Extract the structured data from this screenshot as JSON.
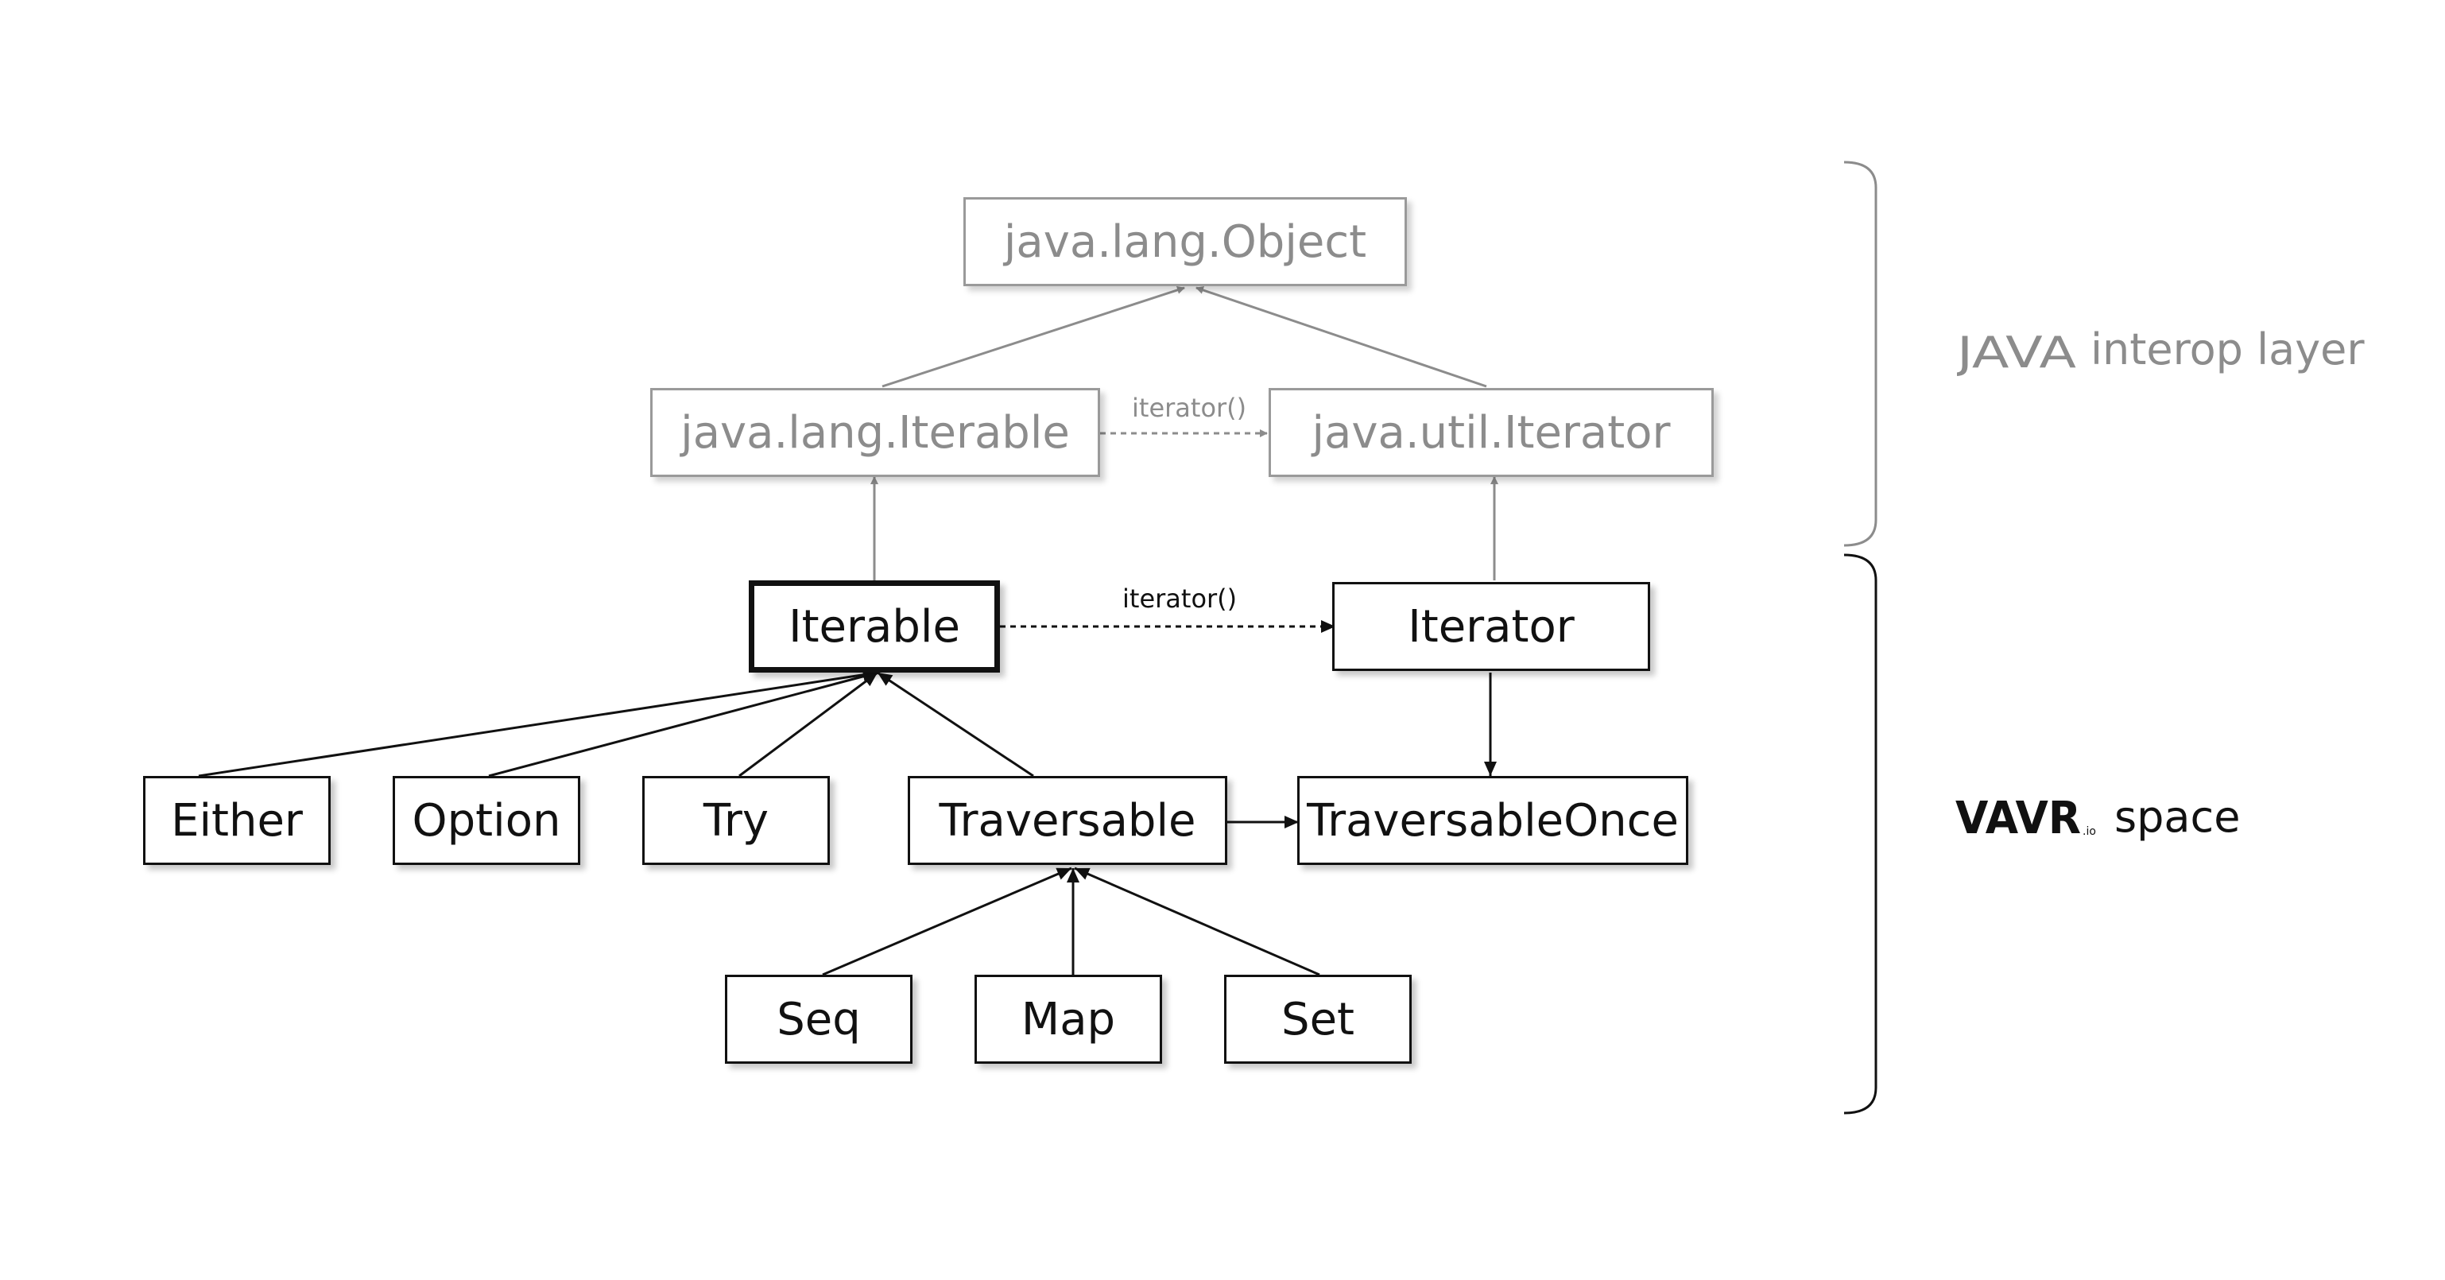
{
  "nodes": {
    "object": "java.lang.Object",
    "java_iterable": "java.lang.Iterable",
    "java_iterator": "java.util.Iterator",
    "iterable": "Iterable",
    "iterator": "Iterator",
    "either": "Either",
    "option": "Option",
    "try": "Try",
    "traversable": "Traversable",
    "traversable_once": "TraversableOnce",
    "seq": "Seq",
    "map": "Map",
    "set": "Set"
  },
  "edge_labels": {
    "java_iterator_method": "iterator()",
    "vavr_iterator_method": "iterator()"
  },
  "layers": {
    "java_logo": "JAVA",
    "java_label": "interop layer",
    "vavr_logo": "VAVR",
    "vavr_logo_suffix": ".io",
    "vavr_label": "space"
  },
  "colors": {
    "java_layer": "#8c8c8c",
    "vavr_layer": "#111111"
  }
}
